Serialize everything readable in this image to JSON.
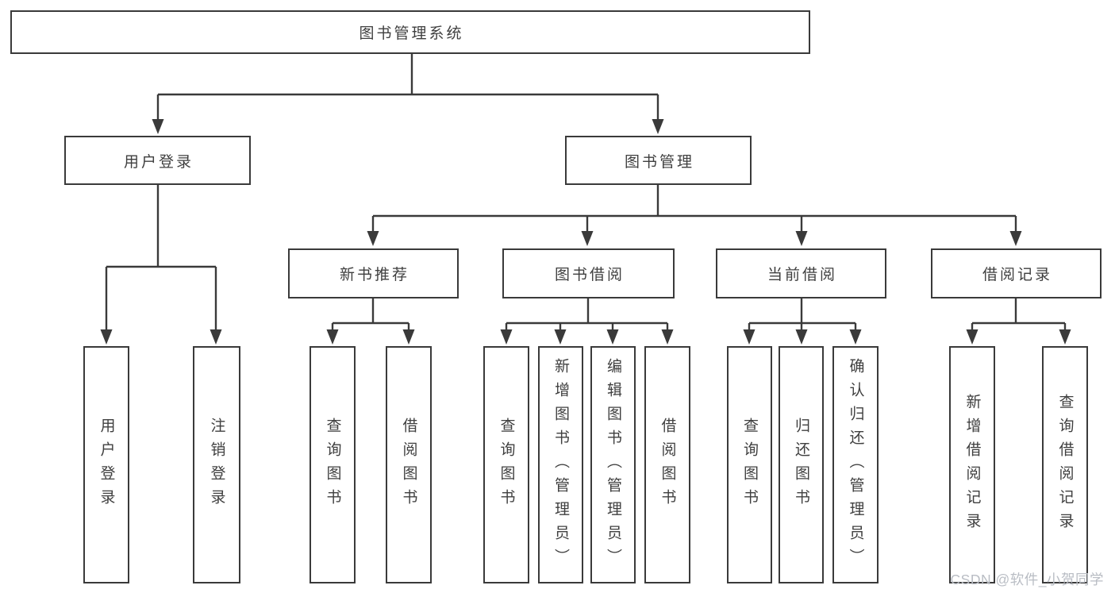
{
  "colors": {
    "background": "#ffffff",
    "line": "#3a3a3a",
    "box_border": "#3a3a3a",
    "box_fill": "#ffffff",
    "text": "#3f3f3f",
    "watermark": "#b9bdc4"
  },
  "tree": {
    "root": {
      "label": "图书管理系统"
    },
    "branches": [
      {
        "label": "用户登录",
        "leaves": [
          {
            "label": "用户登录"
          },
          {
            "label": "注销登录"
          }
        ]
      },
      {
        "label": "图书管理",
        "groups": [
          {
            "label": "新书推荐",
            "leaves": [
              {
                "label": "查询图书"
              },
              {
                "label": "借阅图书"
              }
            ]
          },
          {
            "label": "图书借阅",
            "leaves": [
              {
                "label": "查询图书"
              },
              {
                "label": "新增图书（管理员）"
              },
              {
                "label": "编辑图书（管理员）"
              },
              {
                "label": "借阅图书"
              }
            ]
          },
          {
            "label": "当前借阅",
            "leaves": [
              {
                "label": "查询图书"
              },
              {
                "label": "归还图书"
              },
              {
                "label": "确认归还（管理员）"
              }
            ]
          },
          {
            "label": "借阅记录",
            "leaves": [
              {
                "label": "新增借阅记录"
              },
              {
                "label": "查询借阅记录"
              }
            ]
          }
        ]
      }
    ]
  },
  "watermark": {
    "text": "CSDN @软件_小贺同学"
  }
}
